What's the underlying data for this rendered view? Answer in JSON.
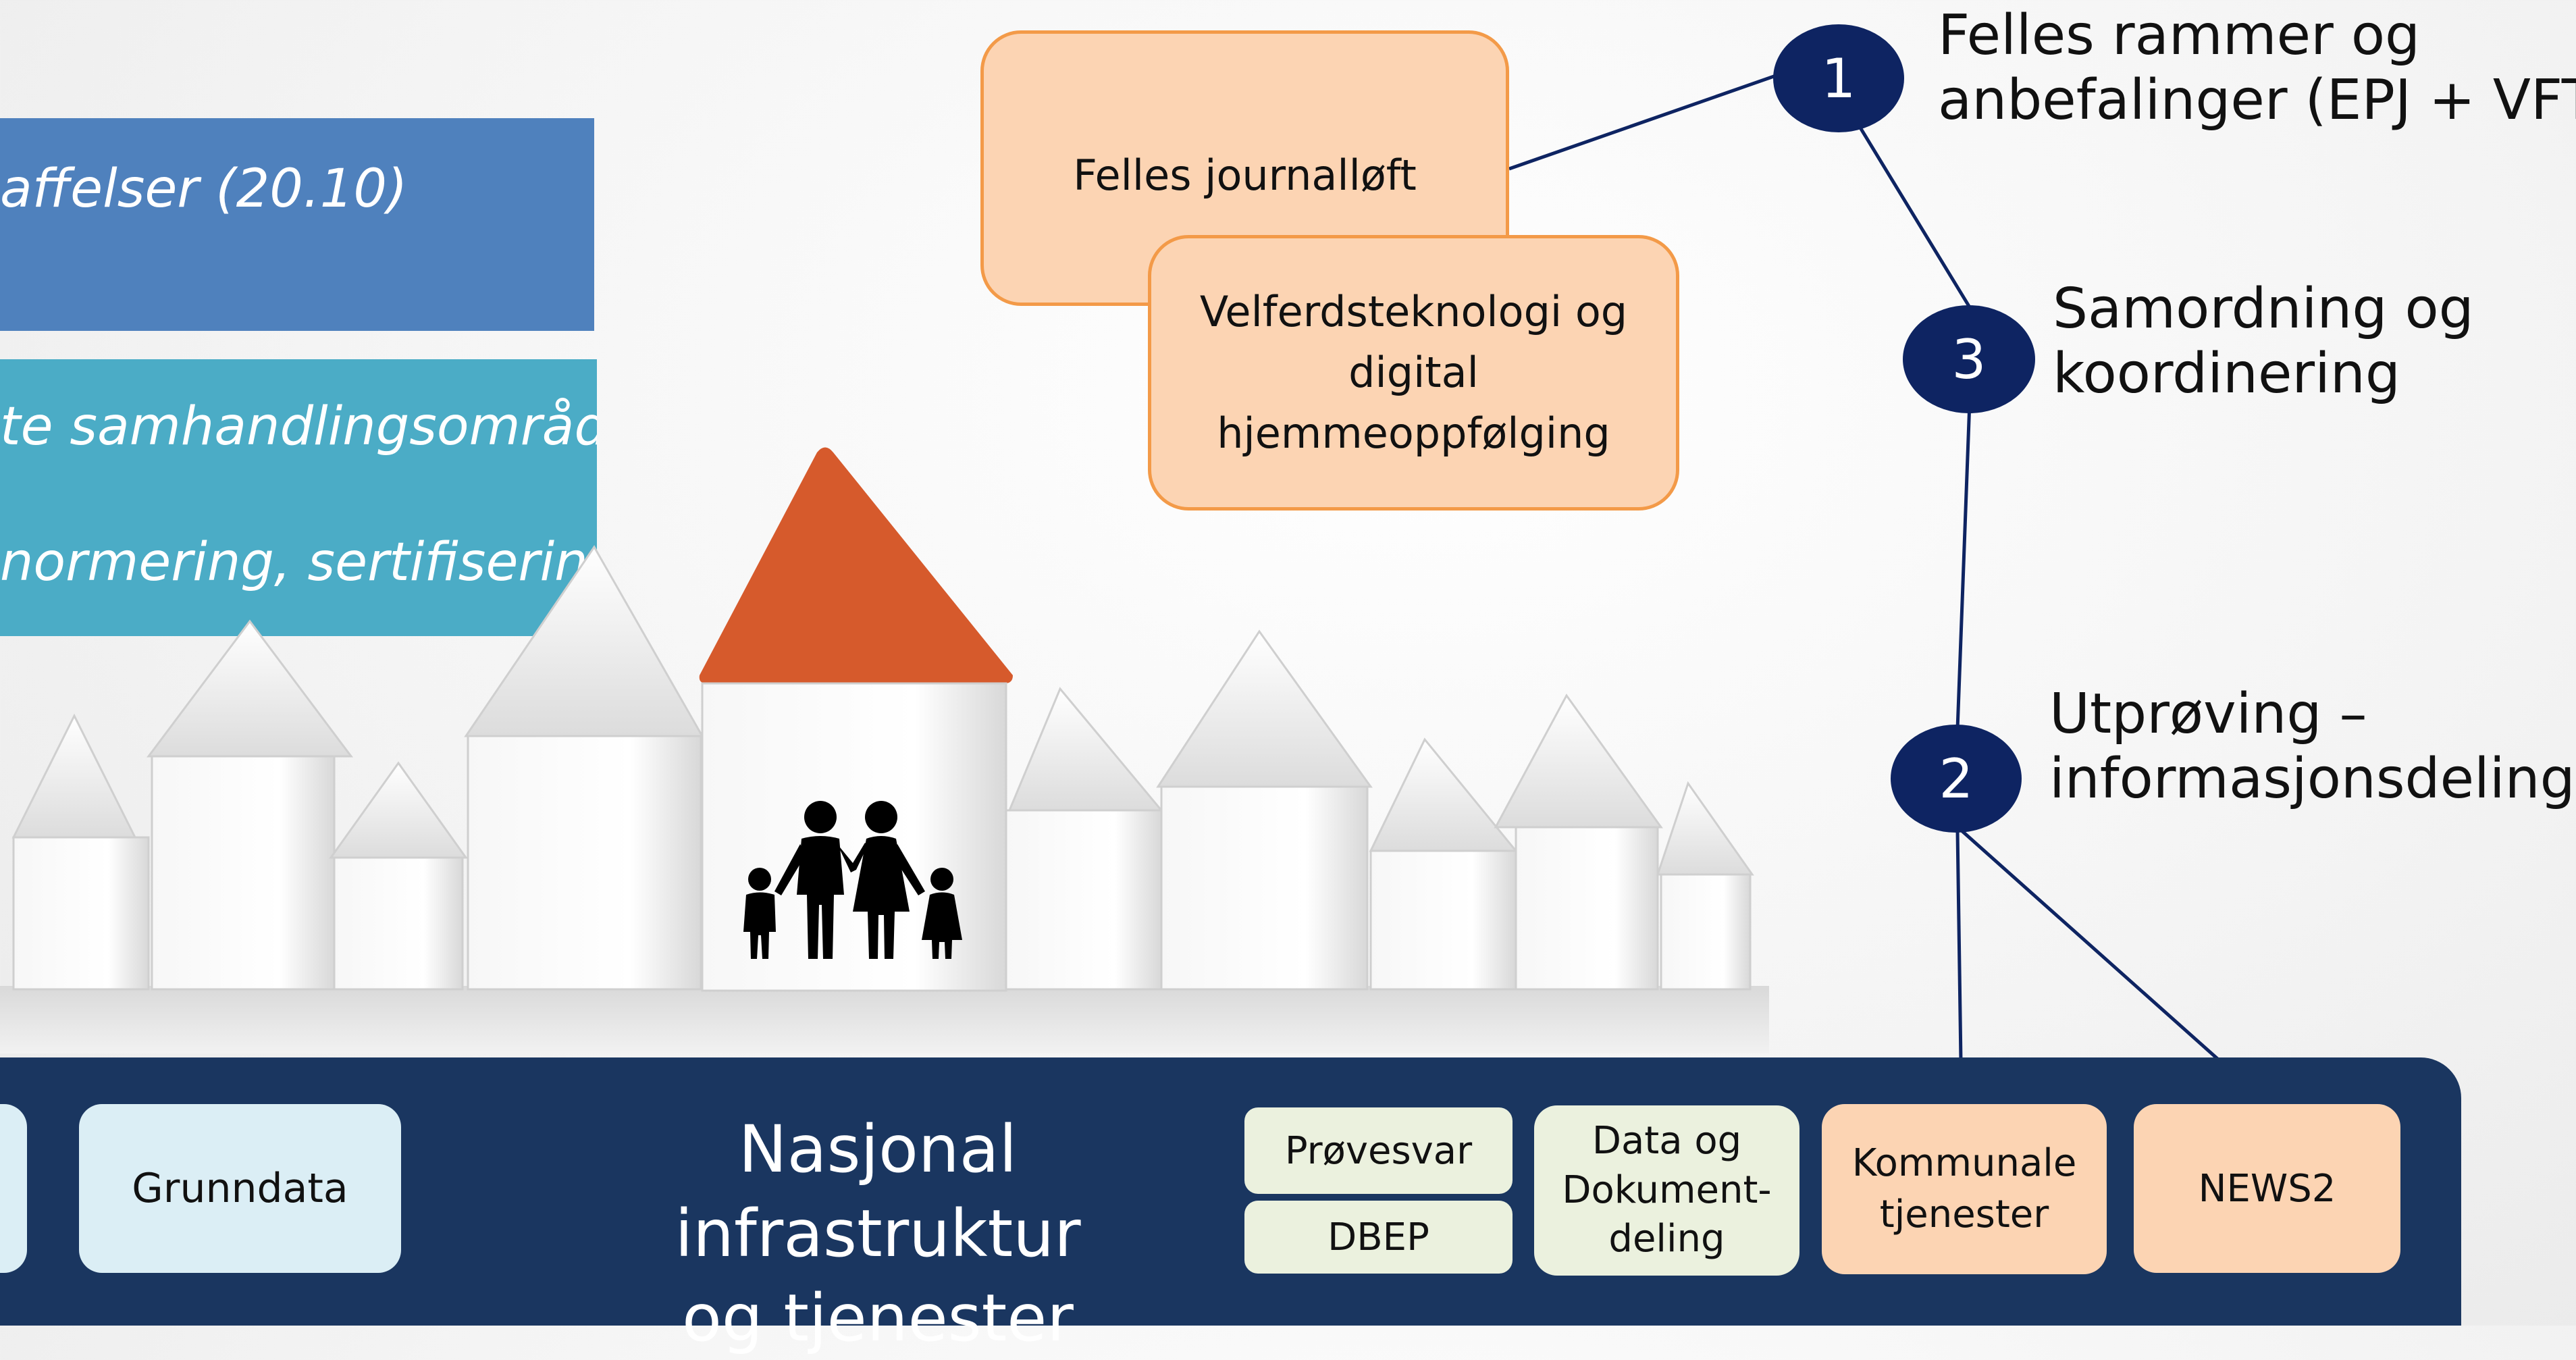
{
  "bands": {
    "blue_text": "affelser (20.10)",
    "teal_line1": "te samhandlingsområder",
    "teal_line2": "normering, sertifisering"
  },
  "steps": {
    "felles_journalloft": "Felles journalløft",
    "velferd": "Velferdsteknologi og digital hjemmeoppfølging"
  },
  "milestones": [
    {
      "number": "1",
      "label_line1": "Felles rammer og",
      "label_line2": "anbefalinger (EPJ + VFT)"
    },
    {
      "number": "3",
      "label_line1": "Samordning og",
      "label_line2": "koordinering"
    },
    {
      "number": "2",
      "label_line1": "Utprøving –",
      "label_line2": "informasjonsdeling"
    }
  ],
  "infrastructure": {
    "title_line1": "Nasjonal infrastruktur",
    "title_line2": "og tjenester",
    "grunndata": "Grunndata",
    "provesvar": "Prøvesvar",
    "dbep": "DBEP",
    "data_og_dokumentdeling": "Data og Dokument-deling",
    "kommunale_tjenester": "Kommunale tjenester",
    "news2": "NEWS2"
  },
  "icons": {
    "family": "family-icon"
  },
  "colors": {
    "band_blue": "#4f81bd",
    "band_teal": "#4bacc6",
    "peach_fill": "#fcd4b3",
    "peach_border": "#f39a48",
    "milestone_navy": "#0e2462",
    "bar_navy": "#1a3660",
    "roof_orange": "#d65a2c"
  }
}
